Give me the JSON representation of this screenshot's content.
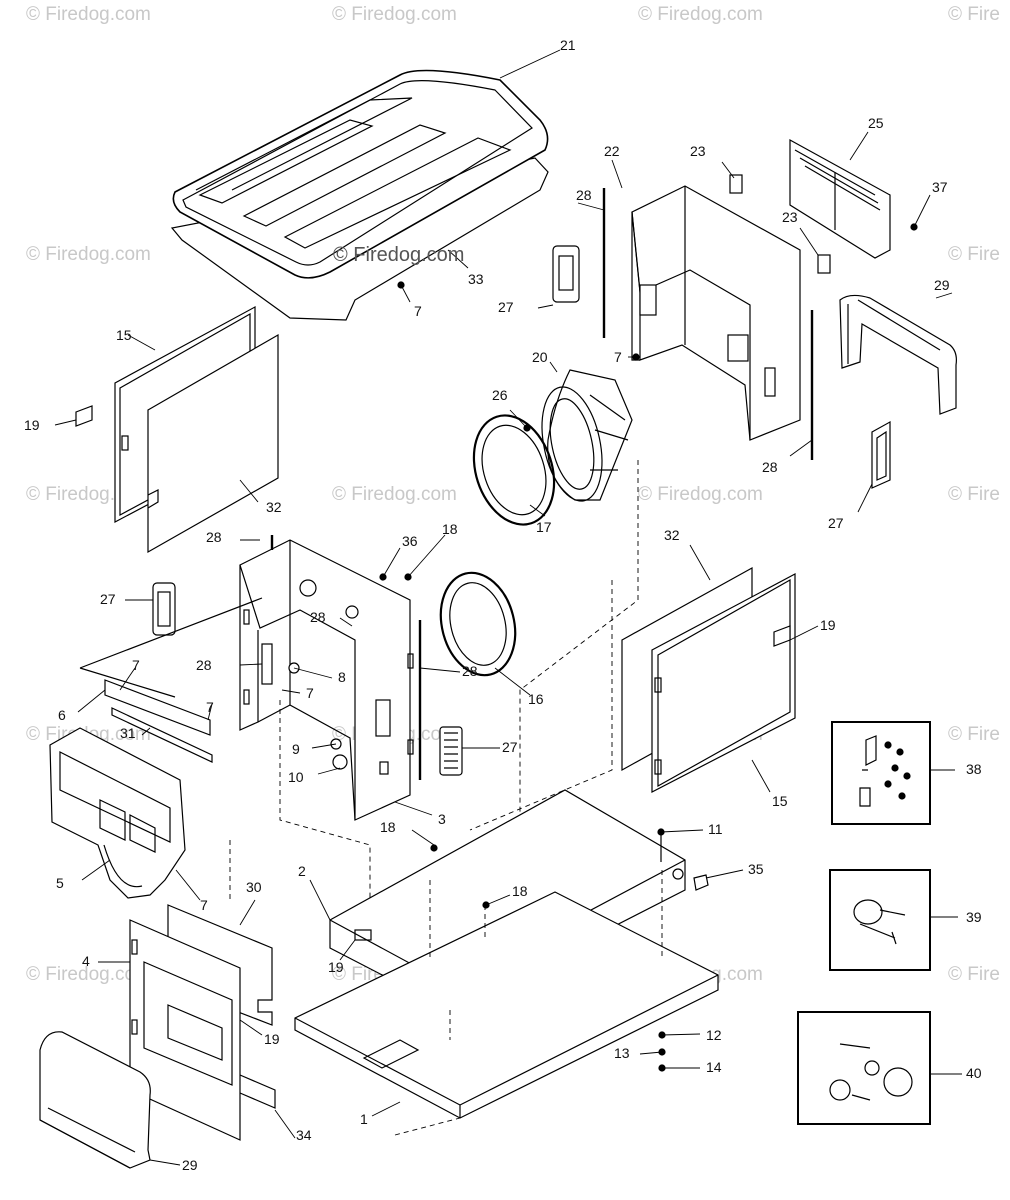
{
  "watermark": "© Firedog.com",
  "watermark_edge": "© Fire",
  "watermark_center": "© Firedog.com",
  "parts": [
    {
      "id": "label-21",
      "text": "21"
    },
    {
      "id": "label-22",
      "text": "22"
    },
    {
      "id": "label-23a",
      "text": "23"
    },
    {
      "id": "label-23b",
      "text": "23"
    },
    {
      "id": "label-25",
      "text": "25"
    },
    {
      "id": "label-37",
      "text": "37"
    },
    {
      "id": "label-28a",
      "text": "28"
    },
    {
      "id": "label-33",
      "text": "33"
    },
    {
      "id": "label-7a",
      "text": "7"
    },
    {
      "id": "label-27a",
      "text": "27"
    },
    {
      "id": "label-29a",
      "text": "29"
    },
    {
      "id": "label-15a",
      "text": "15"
    },
    {
      "id": "label-19a",
      "text": "19"
    },
    {
      "id": "label-7b",
      "text": "7"
    },
    {
      "id": "label-20",
      "text": "20"
    },
    {
      "id": "label-26",
      "text": "26"
    },
    {
      "id": "label-28b",
      "text": "28"
    },
    {
      "id": "label-27b",
      "text": "27"
    },
    {
      "id": "label-32a",
      "text": "32"
    },
    {
      "id": "label-17",
      "text": "17"
    },
    {
      "id": "label-28c",
      "text": "28"
    },
    {
      "id": "label-36",
      "text": "36"
    },
    {
      "id": "label-18a",
      "text": "18"
    },
    {
      "id": "label-32b",
      "text": "32"
    },
    {
      "id": "label-27c",
      "text": "27"
    },
    {
      "id": "label-28d",
      "text": "28"
    },
    {
      "id": "label-19b",
      "text": "19"
    },
    {
      "id": "label-28e",
      "text": "28"
    },
    {
      "id": "label-8",
      "text": "8"
    },
    {
      "id": "label-28f",
      "text": "28"
    },
    {
      "id": "label-7c",
      "text": "7"
    },
    {
      "id": "label-7d",
      "text": "7"
    },
    {
      "id": "label-6",
      "text": "6"
    },
    {
      "id": "label-7e",
      "text": "7"
    },
    {
      "id": "label-16",
      "text": "16"
    },
    {
      "id": "label-31",
      "text": "31"
    },
    {
      "id": "label-9",
      "text": "9"
    },
    {
      "id": "label-27d",
      "text": "27"
    },
    {
      "id": "label-10",
      "text": "10"
    },
    {
      "id": "label-38",
      "text": "38"
    },
    {
      "id": "label-15b",
      "text": "15"
    },
    {
      "id": "label-3",
      "text": "3"
    },
    {
      "id": "label-18b",
      "text": "18"
    },
    {
      "id": "label-11",
      "text": "11"
    },
    {
      "id": "label-5",
      "text": "5"
    },
    {
      "id": "label-7f",
      "text": "7"
    },
    {
      "id": "label-2",
      "text": "2"
    },
    {
      "id": "label-35",
      "text": "35"
    },
    {
      "id": "label-30",
      "text": "30"
    },
    {
      "id": "label-18c",
      "text": "18"
    },
    {
      "id": "label-39",
      "text": "39"
    },
    {
      "id": "label-4",
      "text": "4"
    },
    {
      "id": "label-19c",
      "text": "19"
    },
    {
      "id": "label-19d",
      "text": "19"
    },
    {
      "id": "label-12",
      "text": "12"
    },
    {
      "id": "label-13",
      "text": "13"
    },
    {
      "id": "label-14",
      "text": "14"
    },
    {
      "id": "label-40",
      "text": "40"
    },
    {
      "id": "label-1",
      "text": "1"
    },
    {
      "id": "label-34",
      "text": "34"
    },
    {
      "id": "label-29b",
      "text": "29"
    }
  ]
}
